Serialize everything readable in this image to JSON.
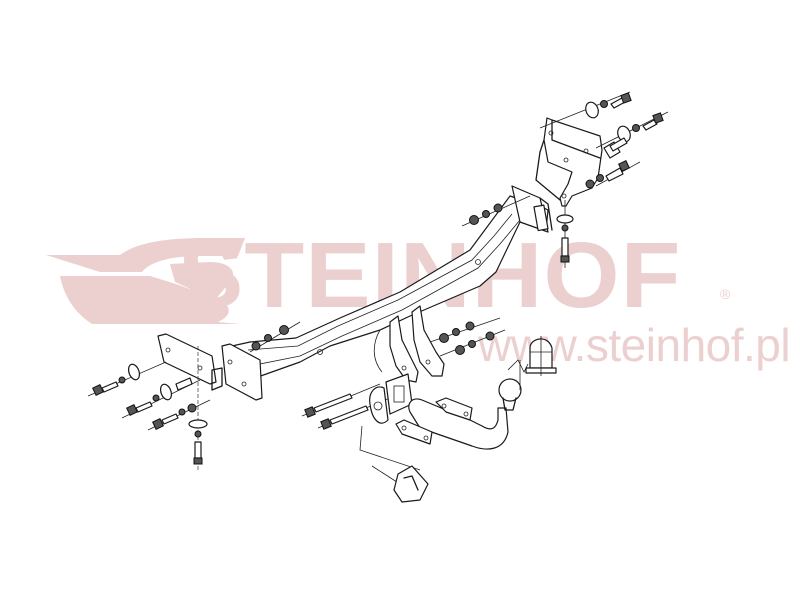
{
  "watermark": {
    "brand": "STEINHOF",
    "registered": "®",
    "url": "www.steinhof.pl",
    "color": "#ecd0d0"
  },
  "diagram": {
    "subject": "tow-bar-assembly-exploded-view",
    "line_color": "#1a1a1a",
    "background": "#ffffff"
  }
}
